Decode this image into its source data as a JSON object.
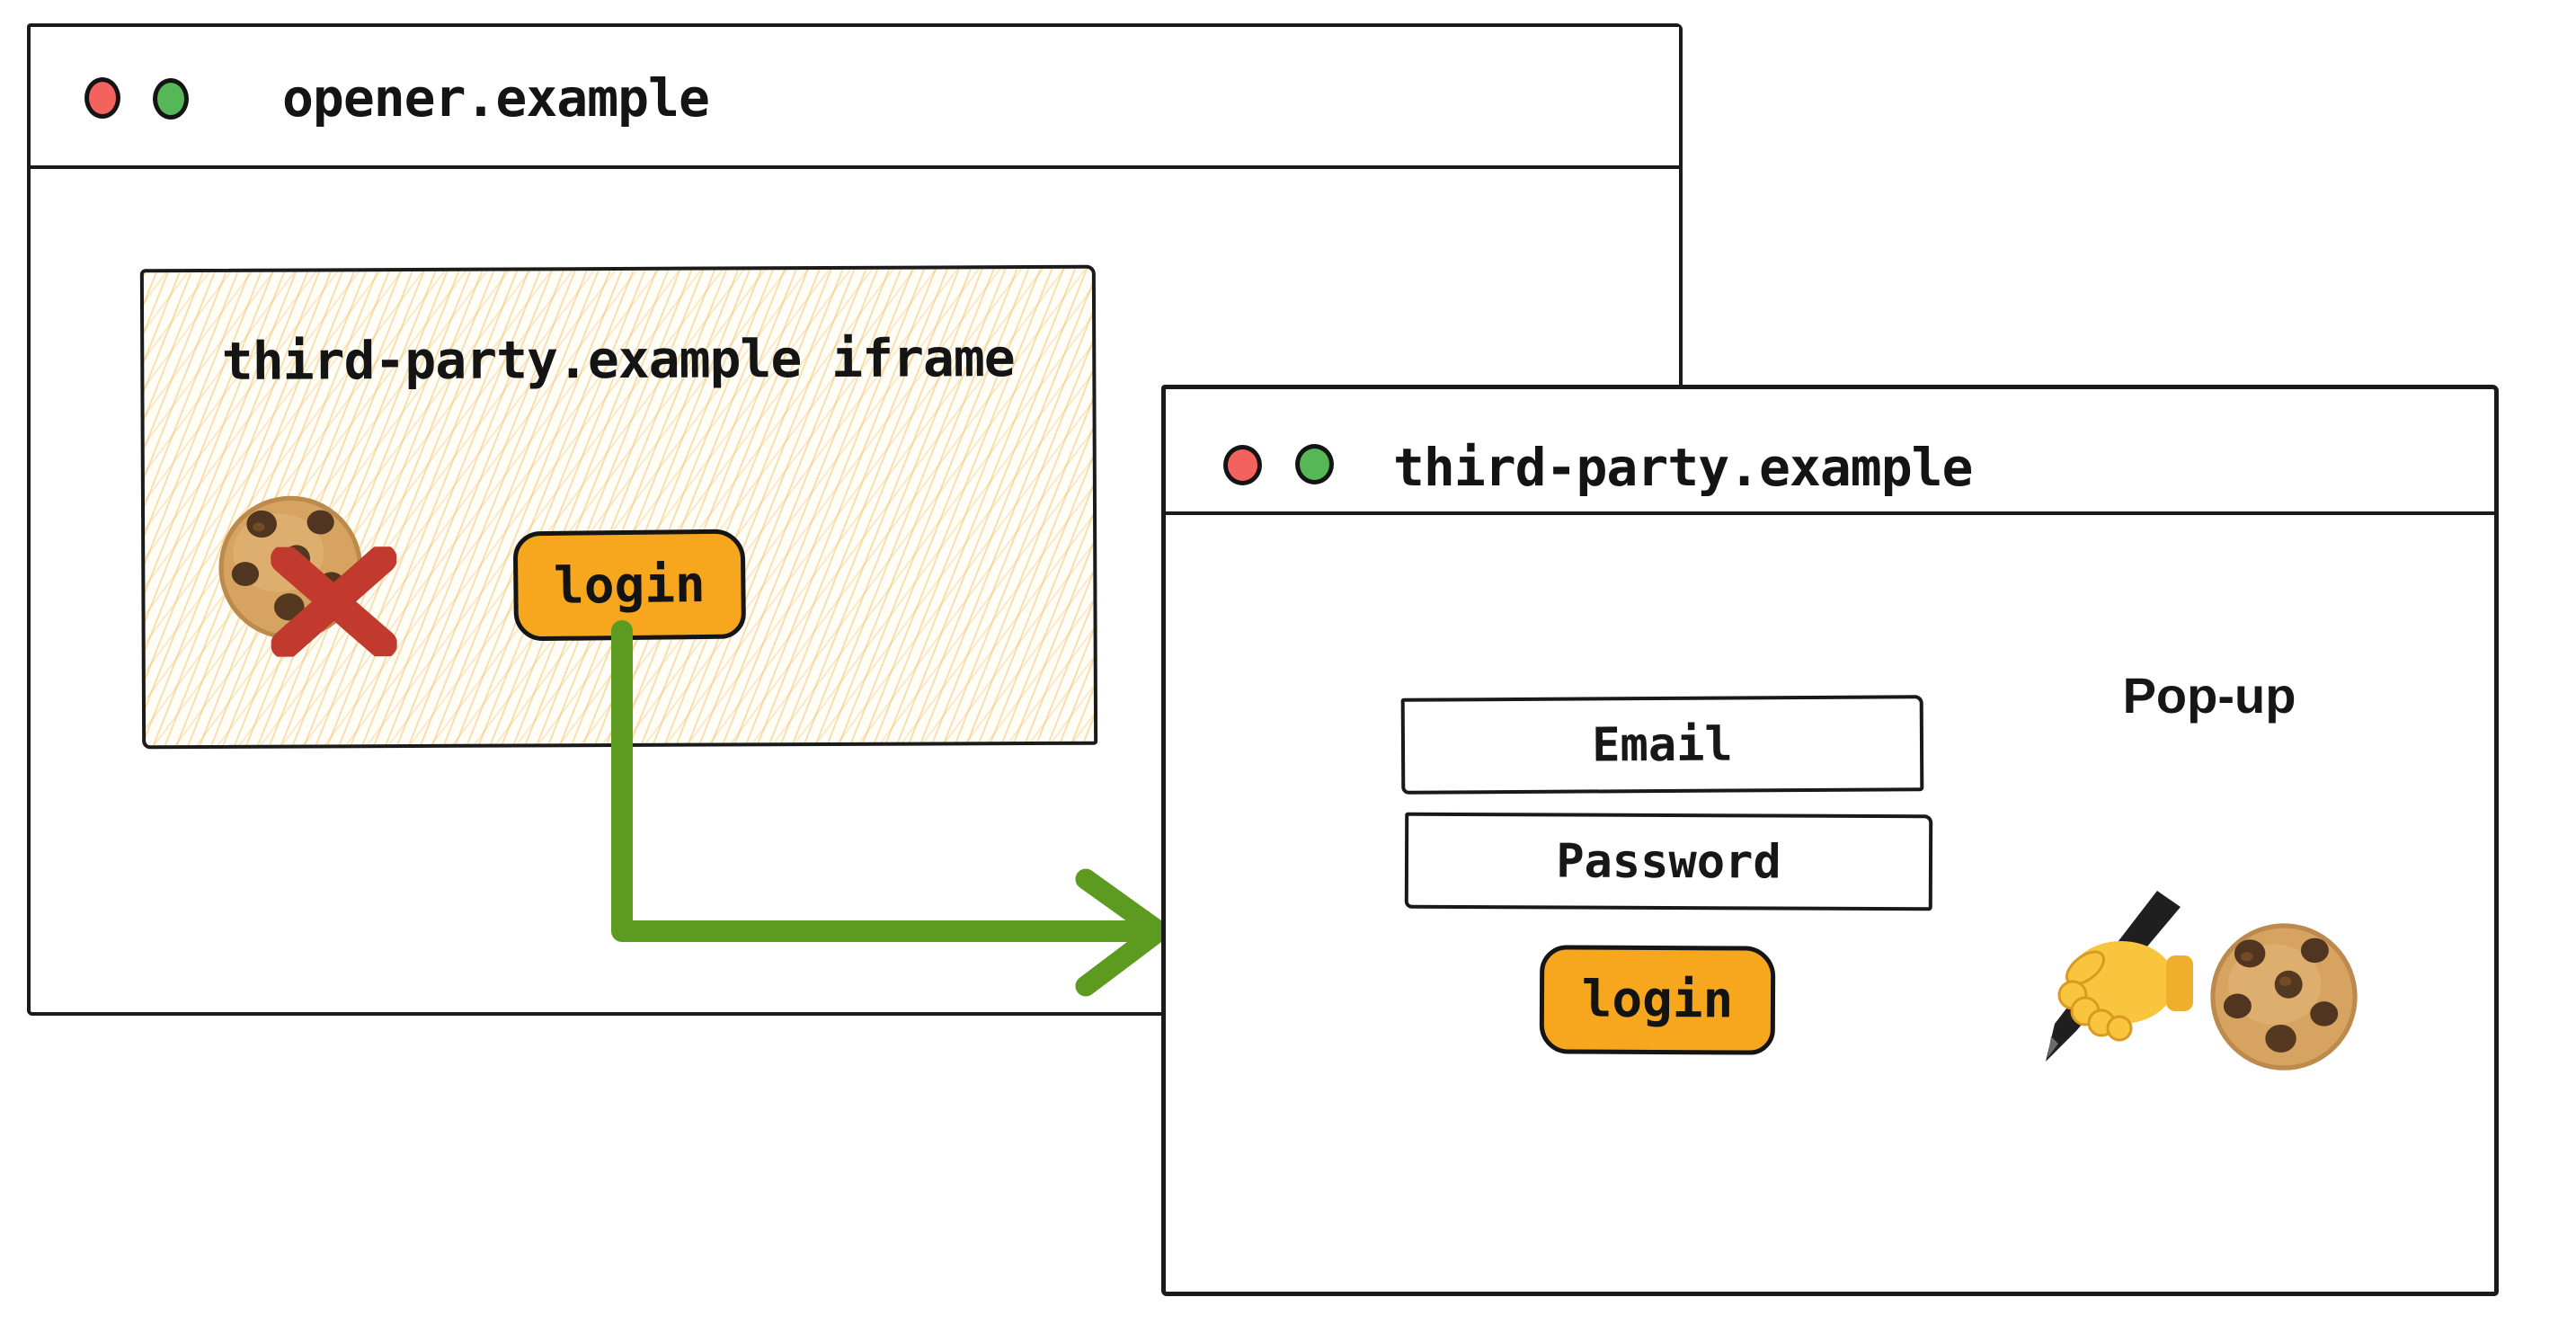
{
  "opener_window": {
    "title": "opener.example",
    "window_controls": [
      "red",
      "green"
    ],
    "iframe": {
      "label": "third-party.example iframe",
      "login_button_label": "login",
      "cookie_status": "blocked"
    }
  },
  "popup_window": {
    "title": "third-party.example",
    "window_controls": [
      "red",
      "green"
    ],
    "annotation": "Pop-up",
    "form": {
      "email_placeholder": "Email",
      "password_placeholder": "Password",
      "login_button_label": "login"
    }
  },
  "icons": {
    "window-control-red-icon": "filled circle",
    "window-control-green-icon": "filled circle",
    "cookie-icon": "chocolate-chip cookie",
    "blocked-cross-icon": "red X cross mark",
    "writing-hand-icon": "hand writing with pen",
    "flow-arrow-icon": "green right-angle arrow from iframe login to pop-up"
  },
  "colors": {
    "ink": "#1b1b1b",
    "button_orange": "#f6a71e",
    "arrow_green": "#5c9b20",
    "dot_red": "#f4625d",
    "dot_green": "#55b755",
    "cross_red": "#c23a2e",
    "hatch_yellow": "#f2c163",
    "cookie_tan": "#d7a360"
  }
}
